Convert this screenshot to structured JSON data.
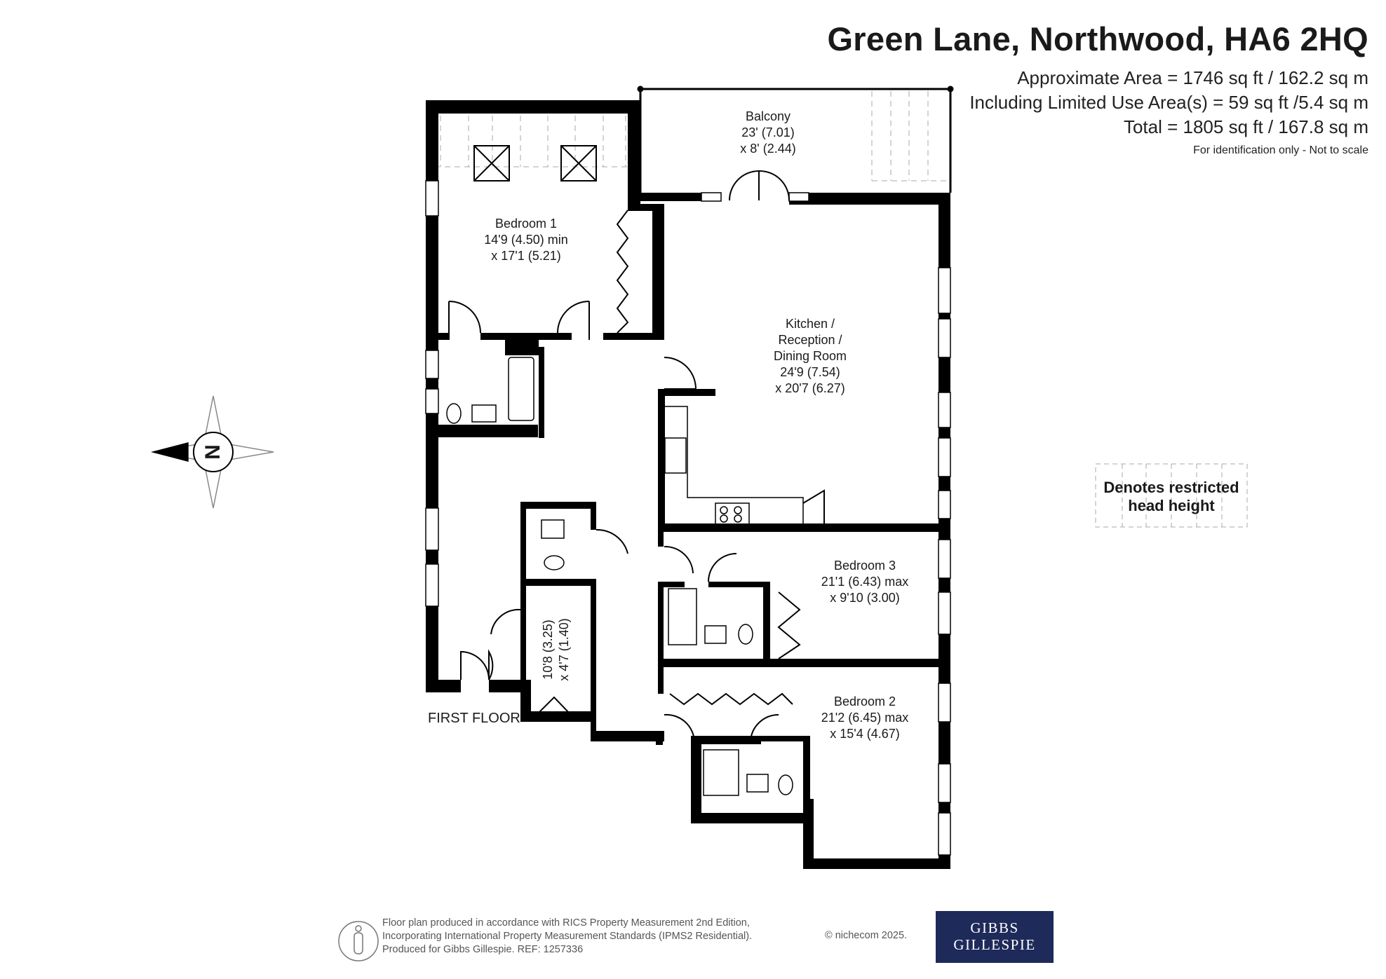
{
  "header": {
    "title": "Green Lane, Northwood, HA6 2HQ",
    "approx_area": "Approximate Area = 1746 sq ft / 162.2 sq m",
    "limited_use": "Including Limited Use Area(s) = 59 sq ft /5.4 sq m",
    "total": "Total = 1805 sq ft / 167.8 sq m",
    "disclaimer": "For identification only - Not to scale"
  },
  "rooms": {
    "balcony": {
      "name": "Balcony",
      "dim1": "23' (7.01)",
      "dim2": "x 8' (2.44)"
    },
    "bedroom1": {
      "name": "Bedroom 1",
      "dim1": "14'9 (4.50) min",
      "dim2": "x 17'1 (5.21)"
    },
    "kitchen": {
      "name1": "Kitchen /",
      "name2": "Reception  /",
      "name3": "Dining Room",
      "dim1": "24'9 (7.54)",
      "dim2": "x 20'7 (6.27)"
    },
    "bedroom3": {
      "name": "Bedroom 3",
      "dim1": "21'1 (6.43) max",
      "dim2": "x 9'10 (3.00)"
    },
    "bedroom2": {
      "name": "Bedroom 2",
      "dim1": "21'2 (6.45) max",
      "dim2": "x 15'4 (4.67)"
    },
    "store": {
      "dim1": "10'8 (3.25)",
      "dim2": "x 4'7 (1.40)"
    }
  },
  "floor_label": "FIRST FLOOR",
  "compass": {
    "letter": "N"
  },
  "legend": {
    "line1": "Denotes restricted",
    "line2": "head height"
  },
  "footer": {
    "line1": "Floor plan produced in accordance with RICS Property Measurement 2nd Edition,",
    "line2": "Incorporating International Property Measurement Standards (IPMS2 Residential).",
    "line3": "Produced for Gibbs Gillespie.   REF:  1257336",
    "copyright": "© nichecom 2025."
  },
  "logo": {
    "line1": "GIBBS",
    "line2": "GILLESPIE"
  },
  "colors": {
    "wall": "#000000",
    "logo_bg": "#1e2a5a",
    "dash": "#aaaaaa"
  }
}
